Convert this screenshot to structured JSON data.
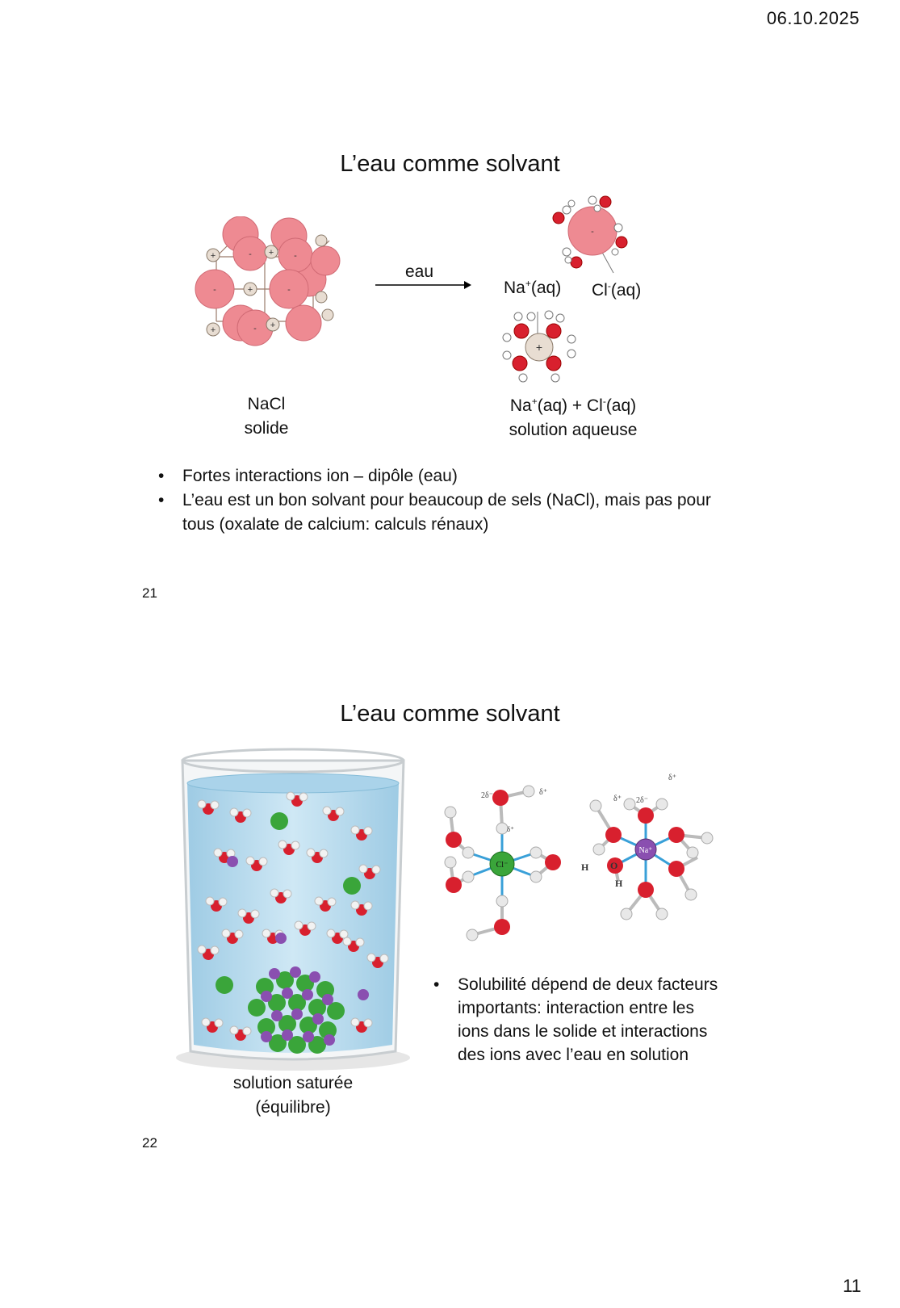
{
  "header": {
    "date": "06.10.2025"
  },
  "footer": {
    "page_number": "11"
  },
  "slide21": {
    "title": "L’eau comme solvant",
    "arrow_label": "eau",
    "na_label": {
      "base": "Na",
      "sup": "+",
      "tail": "(aq)"
    },
    "cl_label": {
      "base": "Cl",
      "sup": "-",
      "tail": "(aq)"
    },
    "solid_caption": [
      "NaCl",
      "solide"
    ],
    "solution_caption": {
      "na": "Na",
      "na_sup": "+",
      "mid": "(aq) + Cl",
      "cl_sup": "-",
      "tail": "(aq)",
      "line2": "solution aqueuse"
    },
    "bullets": [
      "Fortes interactions ion – dipôle (eau)",
      "L’eau est un bon solvant pour beaucoup de sels (NaCl), mais pas pour tous (oxalate de calcium: calculs rénaux)"
    ],
    "slide_number": "21",
    "lattice_ion_signs": {
      "anion": "-",
      "cation": "+"
    }
  },
  "slide22": {
    "title": "L’eau comme solvant",
    "beaker_caption": [
      "solution saturée",
      "(équilibre)"
    ],
    "bullets": [
      "Solubilité dépend de deux facteurs importants: interaction entre les ions dans le solide et interactions des ions avec l’eau en solution"
    ],
    "slide_number": "22",
    "molecule_labels": {
      "cl_center": "Cl⁻",
      "na_center": "Na⁺",
      "two_delta_minus": "2δ⁻",
      "delta_plus": "δ⁺",
      "h": "H",
      "o": "O"
    }
  },
  "colors": {
    "anion": "#ee8a92",
    "cation": "#e8ddd2",
    "oxygen": "#d8202e",
    "hydrogen": "#e8e8e8",
    "chloride": "#3aa53a",
    "sodium": "#8a4fb0",
    "water": "#bfe0f2"
  }
}
